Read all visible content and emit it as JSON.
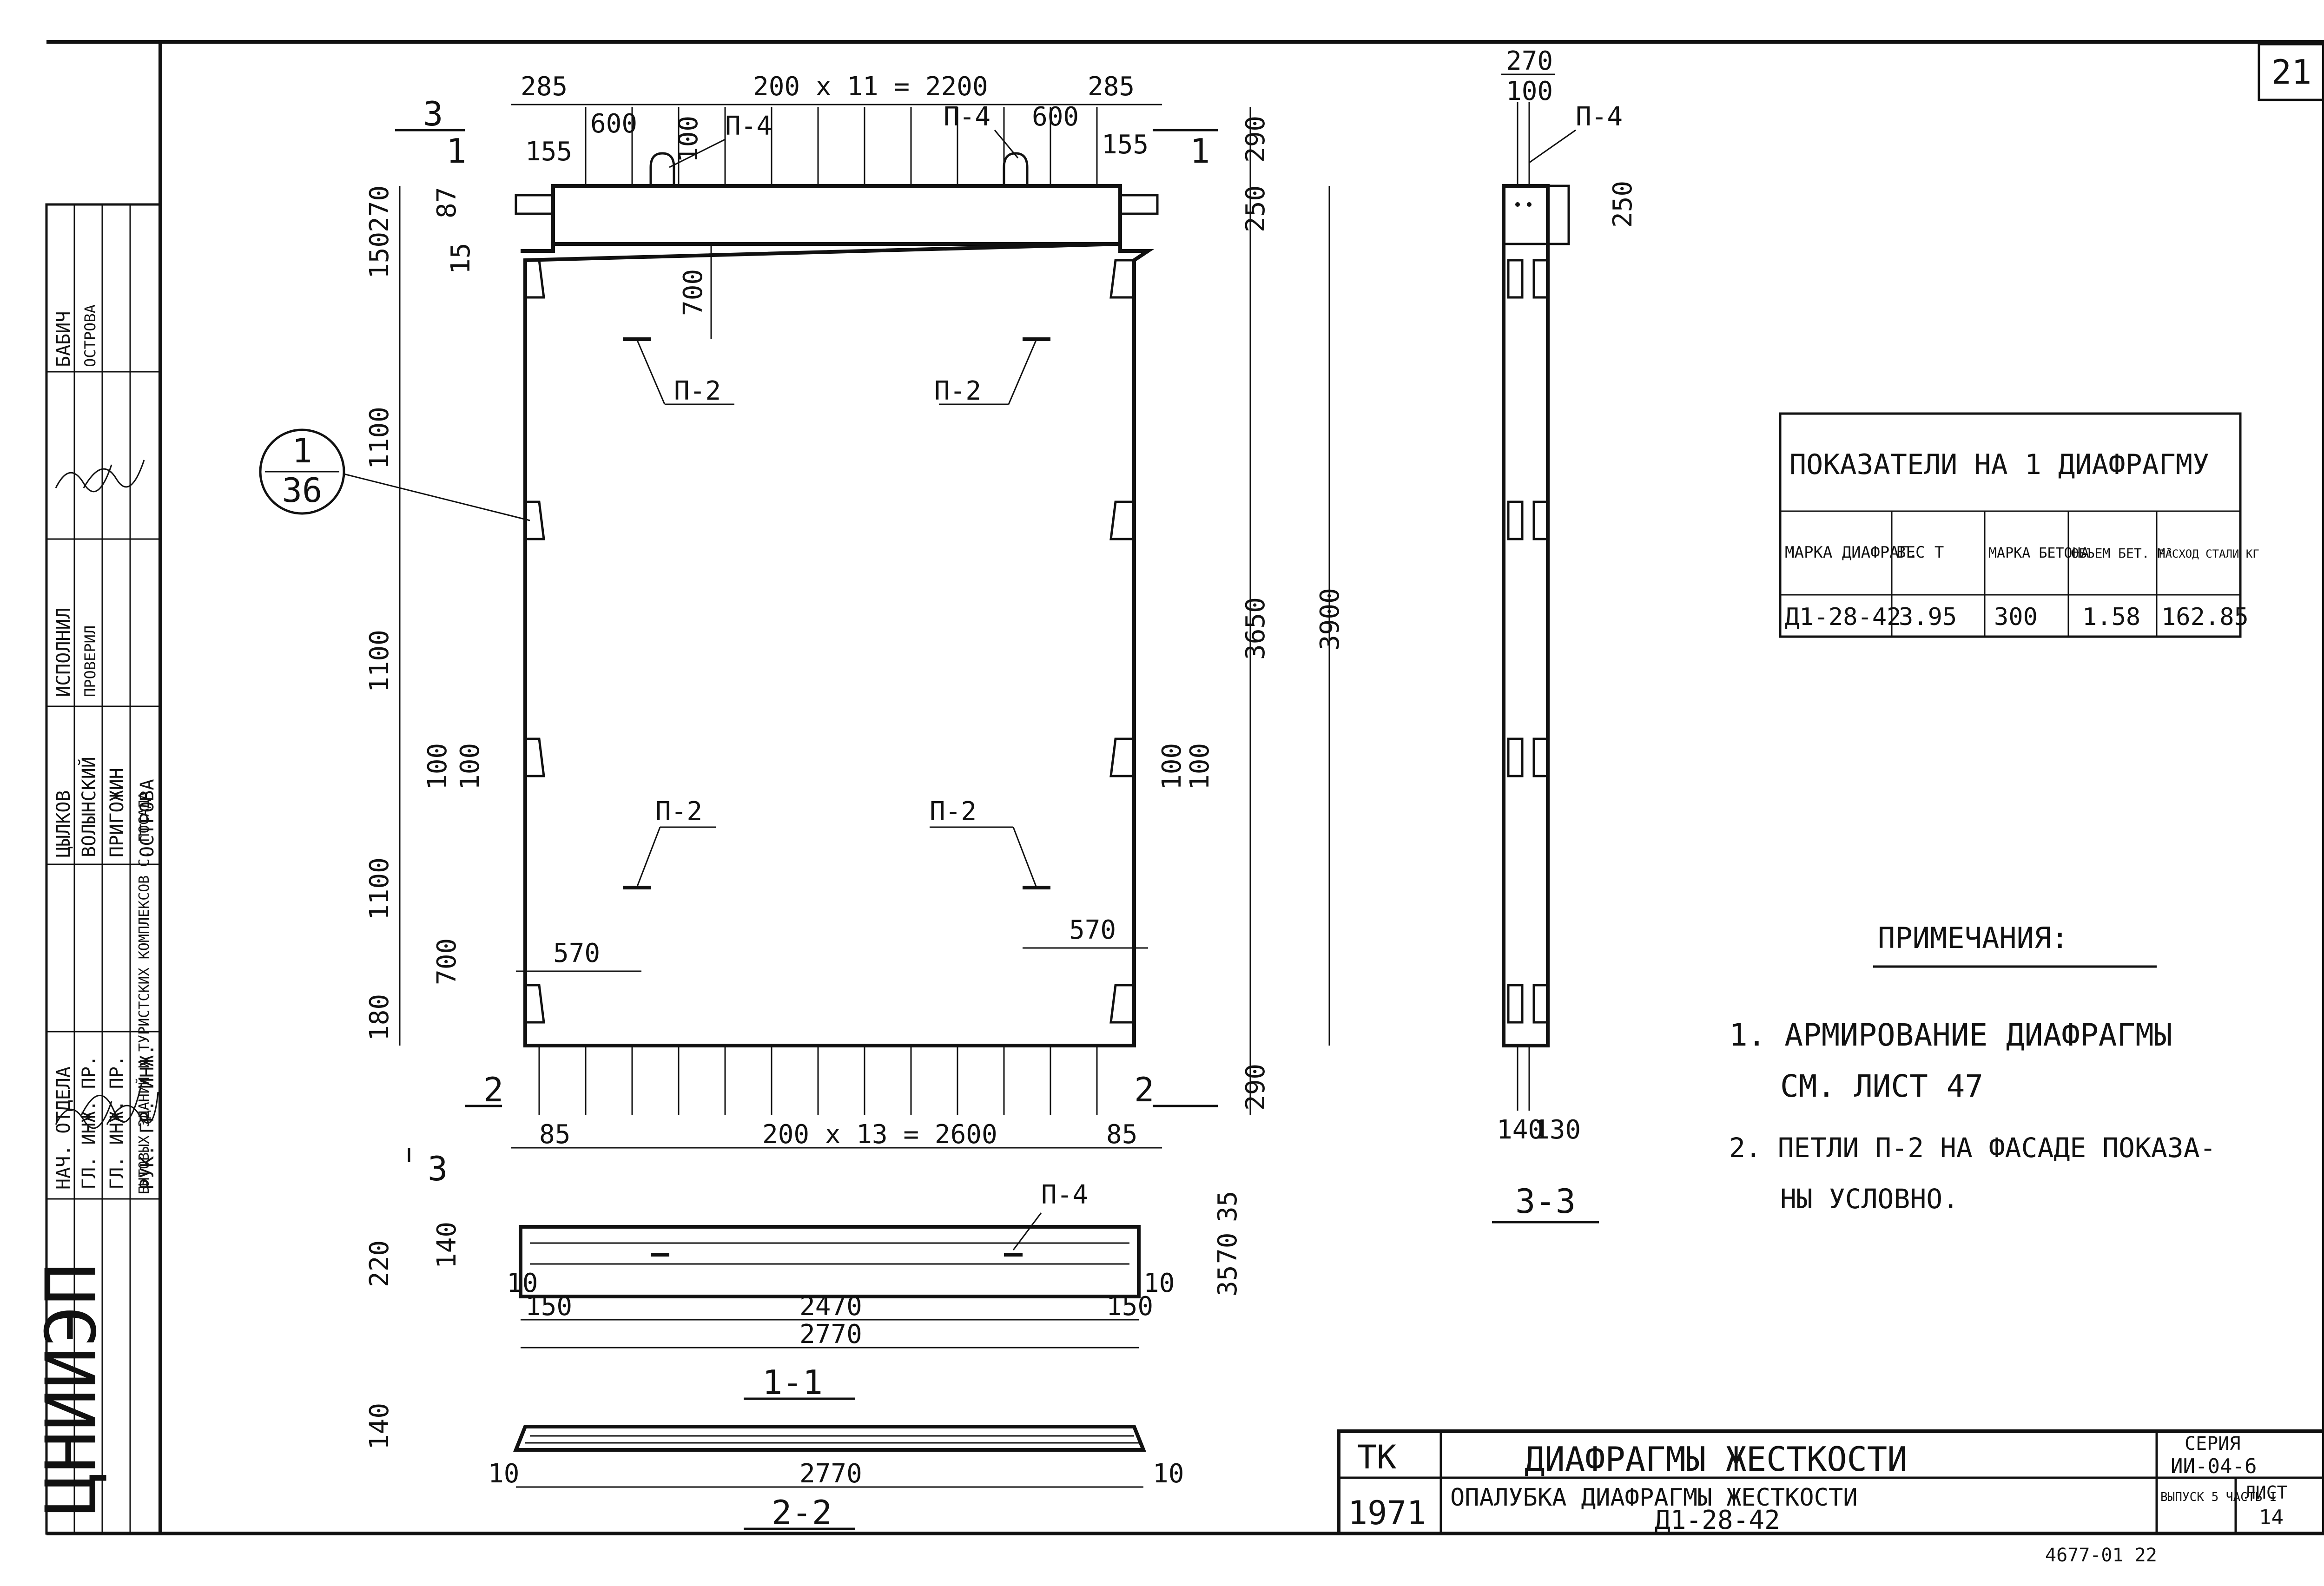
{
  "sheet_number": "21",
  "stamp": {
    "org": "ЦНИИЭП",
    "org_sub": "БЫТОВЫХ ЗДАНИЙ И ТУРИСТСКИХ КОМПЛЕКСОВ С. ПОСАДА",
    "roles": [
      "НАЧ. ОТДЕЛА",
      "ГЛ. ИНЖ. ПР.",
      "ГЛ. ИНЖ. ПР.",
      "РУК. ГР. ИНЖ."
    ],
    "names": [
      "ЦЫЛКОВ",
      "ВОЛЫНСКИЙ",
      "ПРИГОЖИН",
      "ОСТРОВА"
    ],
    "extra_roles": [
      "ИСПОЛНИЛ",
      "ПРОВЕРИЛ"
    ],
    "extra_names": [
      "БАБИЧ",
      "ОСТРОВА"
    ]
  },
  "elevation": {
    "top_dims": [
      "285",
      "200 x 11 = 2200",
      "285"
    ],
    "top_sub": [
      "600",
      "600",
      "155",
      "155",
      "100"
    ],
    "loop_labels": [
      "П-4",
      "П-4"
    ],
    "left_dims": [
      "270",
      "150",
      "87",
      "15",
      "1100",
      "1100",
      "1100",
      "700",
      "180"
    ],
    "left_small": [
      "100",
      "100"
    ],
    "right_dims": [
      "290",
      "250",
      "3650",
      "3900",
      "290",
      "100",
      "100"
    ],
    "inner_700": "700",
    "p2_labels": [
      "П-2",
      "П-2",
      "П-2",
      "П-2"
    ],
    "dim_570": [
      "570",
      "570"
    ],
    "bottom_dims": [
      "85",
      "200 x 13 = 2600",
      "85"
    ],
    "section_marks": [
      "1",
      "1",
      "2",
      "2",
      "3",
      "3"
    ],
    "callout_top": "1",
    "callout_bottom": "36"
  },
  "section_11": {
    "title": "1-1",
    "loop_label": "П-4",
    "left_dims": [
      "220",
      "140",
      "10"
    ],
    "right_dims": [
      "35",
      "70",
      "35",
      "10"
    ],
    "bottom_dims": [
      "150",
      "2470",
      "150",
      "2770"
    ]
  },
  "section_22": {
    "title": "2-2",
    "left_dim": "140",
    "bottom_dims": [
      "10",
      "2770",
      "10"
    ]
  },
  "section_33": {
    "title": "3-3",
    "top_dims": [
      "270",
      "100"
    ],
    "loop_label": "П-4",
    "side_dim": "250",
    "bottom_dims": [
      "140",
      "130"
    ]
  },
  "table": {
    "title": "ПОКАЗАТЕЛИ НА 1 ДИАФРАГМУ",
    "headers": [
      "МАРКА ДИАФРАГ.",
      "ВЕС Т",
      "МАРКА БЕТОНА",
      "ОБЪЕМ БЕТ. М³",
      "РАСХОД СТАЛИ КГ"
    ],
    "rows": [
      [
        "Д1-28-42",
        "3.95",
        "300",
        "1.58",
        "162.85"
      ]
    ]
  },
  "notes": {
    "title": "ПРИМЕЧАНИЯ:",
    "items": [
      "1. АРМИРОВАНИЕ ДИАФРАГМЫ",
      "СМ. ЛИСТ 47",
      "2. ПЕТЛИ П-2 НА ФАСАДЕ ПОКАЗА-",
      "НЫ УСЛОВНО."
    ]
  },
  "title_block": {
    "tk": "ТК",
    "year": "1971",
    "title_line1": "ДИАФРАГМЫ ЖЕСТКОСТИ",
    "title_line2": "ОПАЛУБКА ДИАФРАГМЫ ЖЕСТКОСТИ",
    "title_line3": "Д1-28-42",
    "series_label": "СЕРИЯ",
    "series_value": "ИИ-04-6",
    "issue_label": "ВЫПУСК 5 ЧАСТЬ I",
    "sheet_label": "ЛИСТ",
    "sheet_value": "14"
  },
  "footer_code": "4677-01 22"
}
